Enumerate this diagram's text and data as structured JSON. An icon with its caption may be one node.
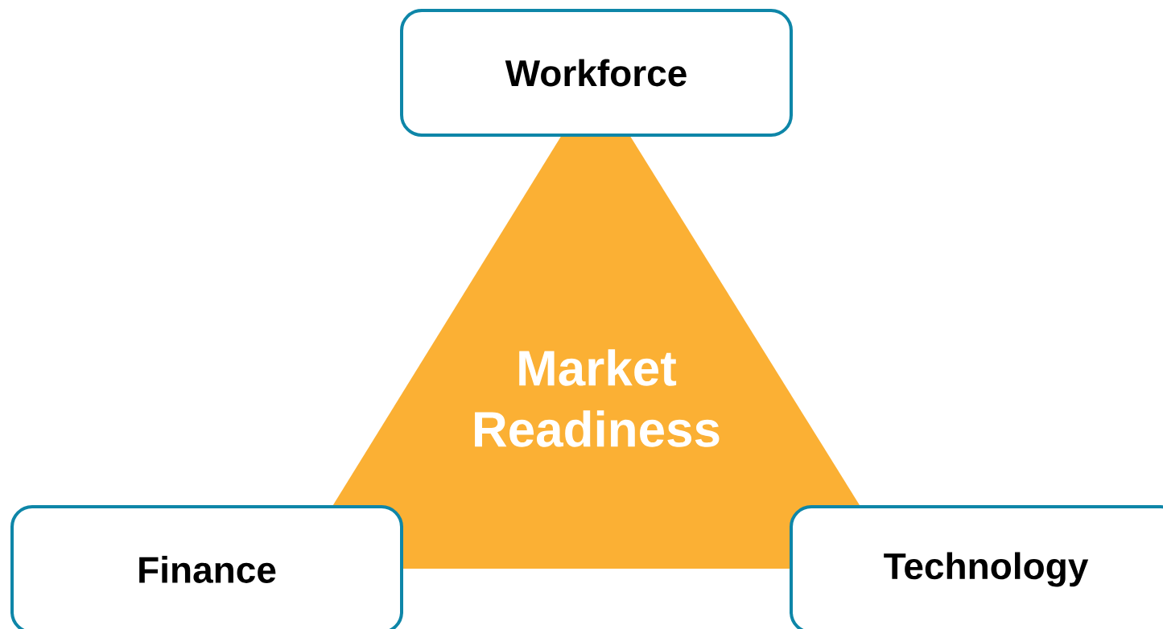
{
  "diagram": {
    "nodes": [
      {
        "text": [
          "Workforce"
        ]
      },
      {
        "text": [
          "Market Readiness"
        ]
      },
      {
        "text": [
          "Finance"
        ]
      },
      {
        "text": [
          "Technology"
        ]
      }
    ]
  }
}
